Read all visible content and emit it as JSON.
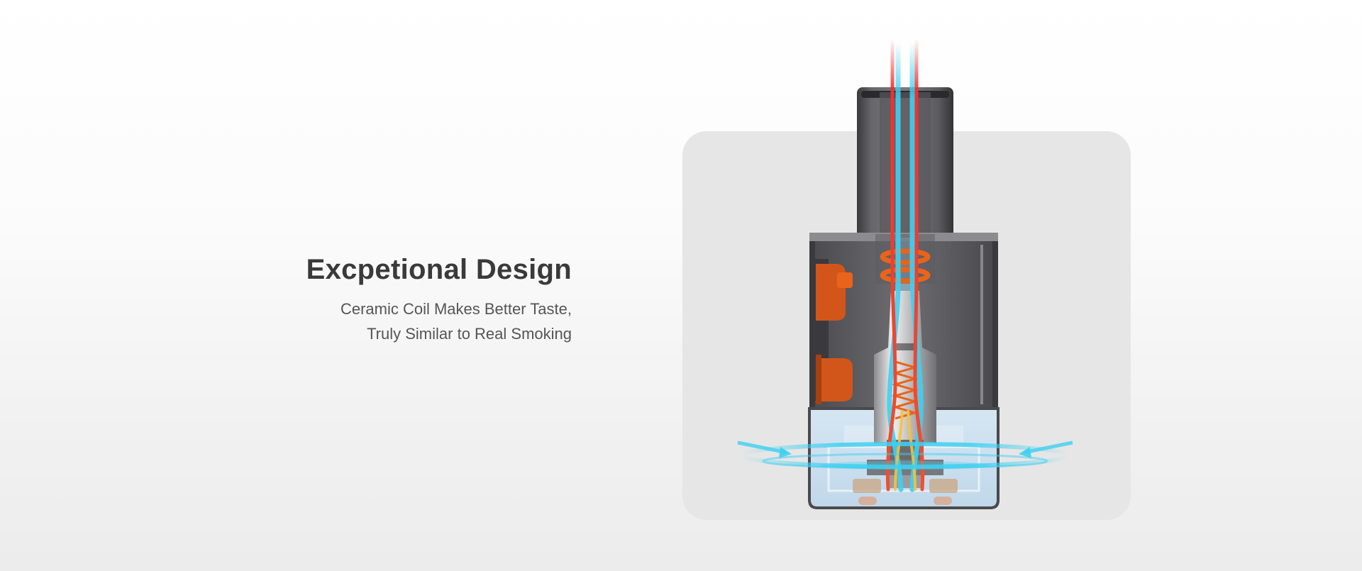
{
  "headline": "Excpetional Design",
  "subtitle_lines": [
    "Ceramic Coil Makes Better Taste,",
    "Truly Similar to Real Smoking"
  ],
  "colors": {
    "headline": "#3a3a3a",
    "subtitle": "#555555",
    "panel": "#e6e6e6",
    "airflow_cool": "#3fd0f0",
    "airflow_hot": "#f03030",
    "coil_orange": "#e8641a"
  }
}
